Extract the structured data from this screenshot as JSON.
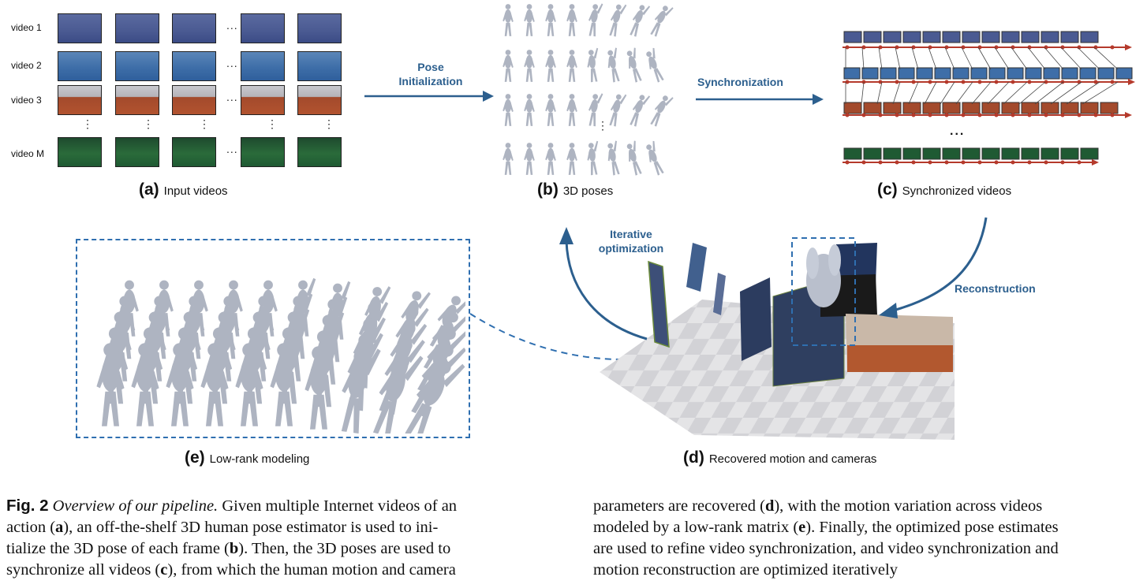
{
  "panel_a": {
    "rows": [
      {
        "label": "video 1",
        "style": "court-navy"
      },
      {
        "label": "video 2",
        "style": "court-blue"
      },
      {
        "label": "video 3",
        "style": "court-clay"
      },
      {
        "label": "video M",
        "style": "court-green"
      }
    ],
    "ellipsis": "...",
    "vdots": "⋮",
    "caption_letter": "(a)",
    "caption_text": "Input videos"
  },
  "arrow_pose": {
    "line1": "Pose",
    "line2": "Initialization"
  },
  "panel_b": {
    "caption_letter": "(b)",
    "caption_text": "3D poses",
    "vdots": "⋮"
  },
  "arrow_sync": {
    "label": "Synchronization"
  },
  "panel_c": {
    "caption_letter": "(c)",
    "caption_text": "Synchronized videos",
    "ellipsis": "..."
  },
  "arrow_iter": {
    "line1": "Iterative",
    "line2": "optimization"
  },
  "arrow_recon": {
    "label": "Reconstruction"
  },
  "panel_d": {
    "caption_letter": "(d)",
    "caption_text": "Recovered motion and cameras"
  },
  "panel_e": {
    "caption_letter": "(e)",
    "caption_text": "Low-rank modeling"
  },
  "figure_caption": {
    "left_lines": [
      [
        "Fig. 2",
        " ",
        "Overview of our pipeline.",
        " Given multiple Internet videos of an"
      ],
      [
        "action (",
        "a",
        "), an off-the-shelf 3D human pose estimator is used to ini-"
      ],
      [
        "tialize the 3D pose of each frame (",
        "b",
        "). Then, the 3D poses are used to"
      ],
      [
        "synchronize all videos (",
        "c",
        "), from which the human motion and camera"
      ]
    ],
    "right_lines": [
      [
        "parameters are recovered (",
        "d",
        "), with the motion variation across videos"
      ],
      [
        "modeled by a low-rank matrix (",
        "e",
        "). Finally, the optimized pose estimates"
      ],
      [
        "are used to refine video synchronization, and video synchronization and"
      ],
      [
        "motion reconstruction are optimized iteratively"
      ]
    ]
  },
  "colors": {
    "accent": "#2c5f8e",
    "dashed_box": "#2f6fb0",
    "pose_gray": "#aab0bc"
  }
}
